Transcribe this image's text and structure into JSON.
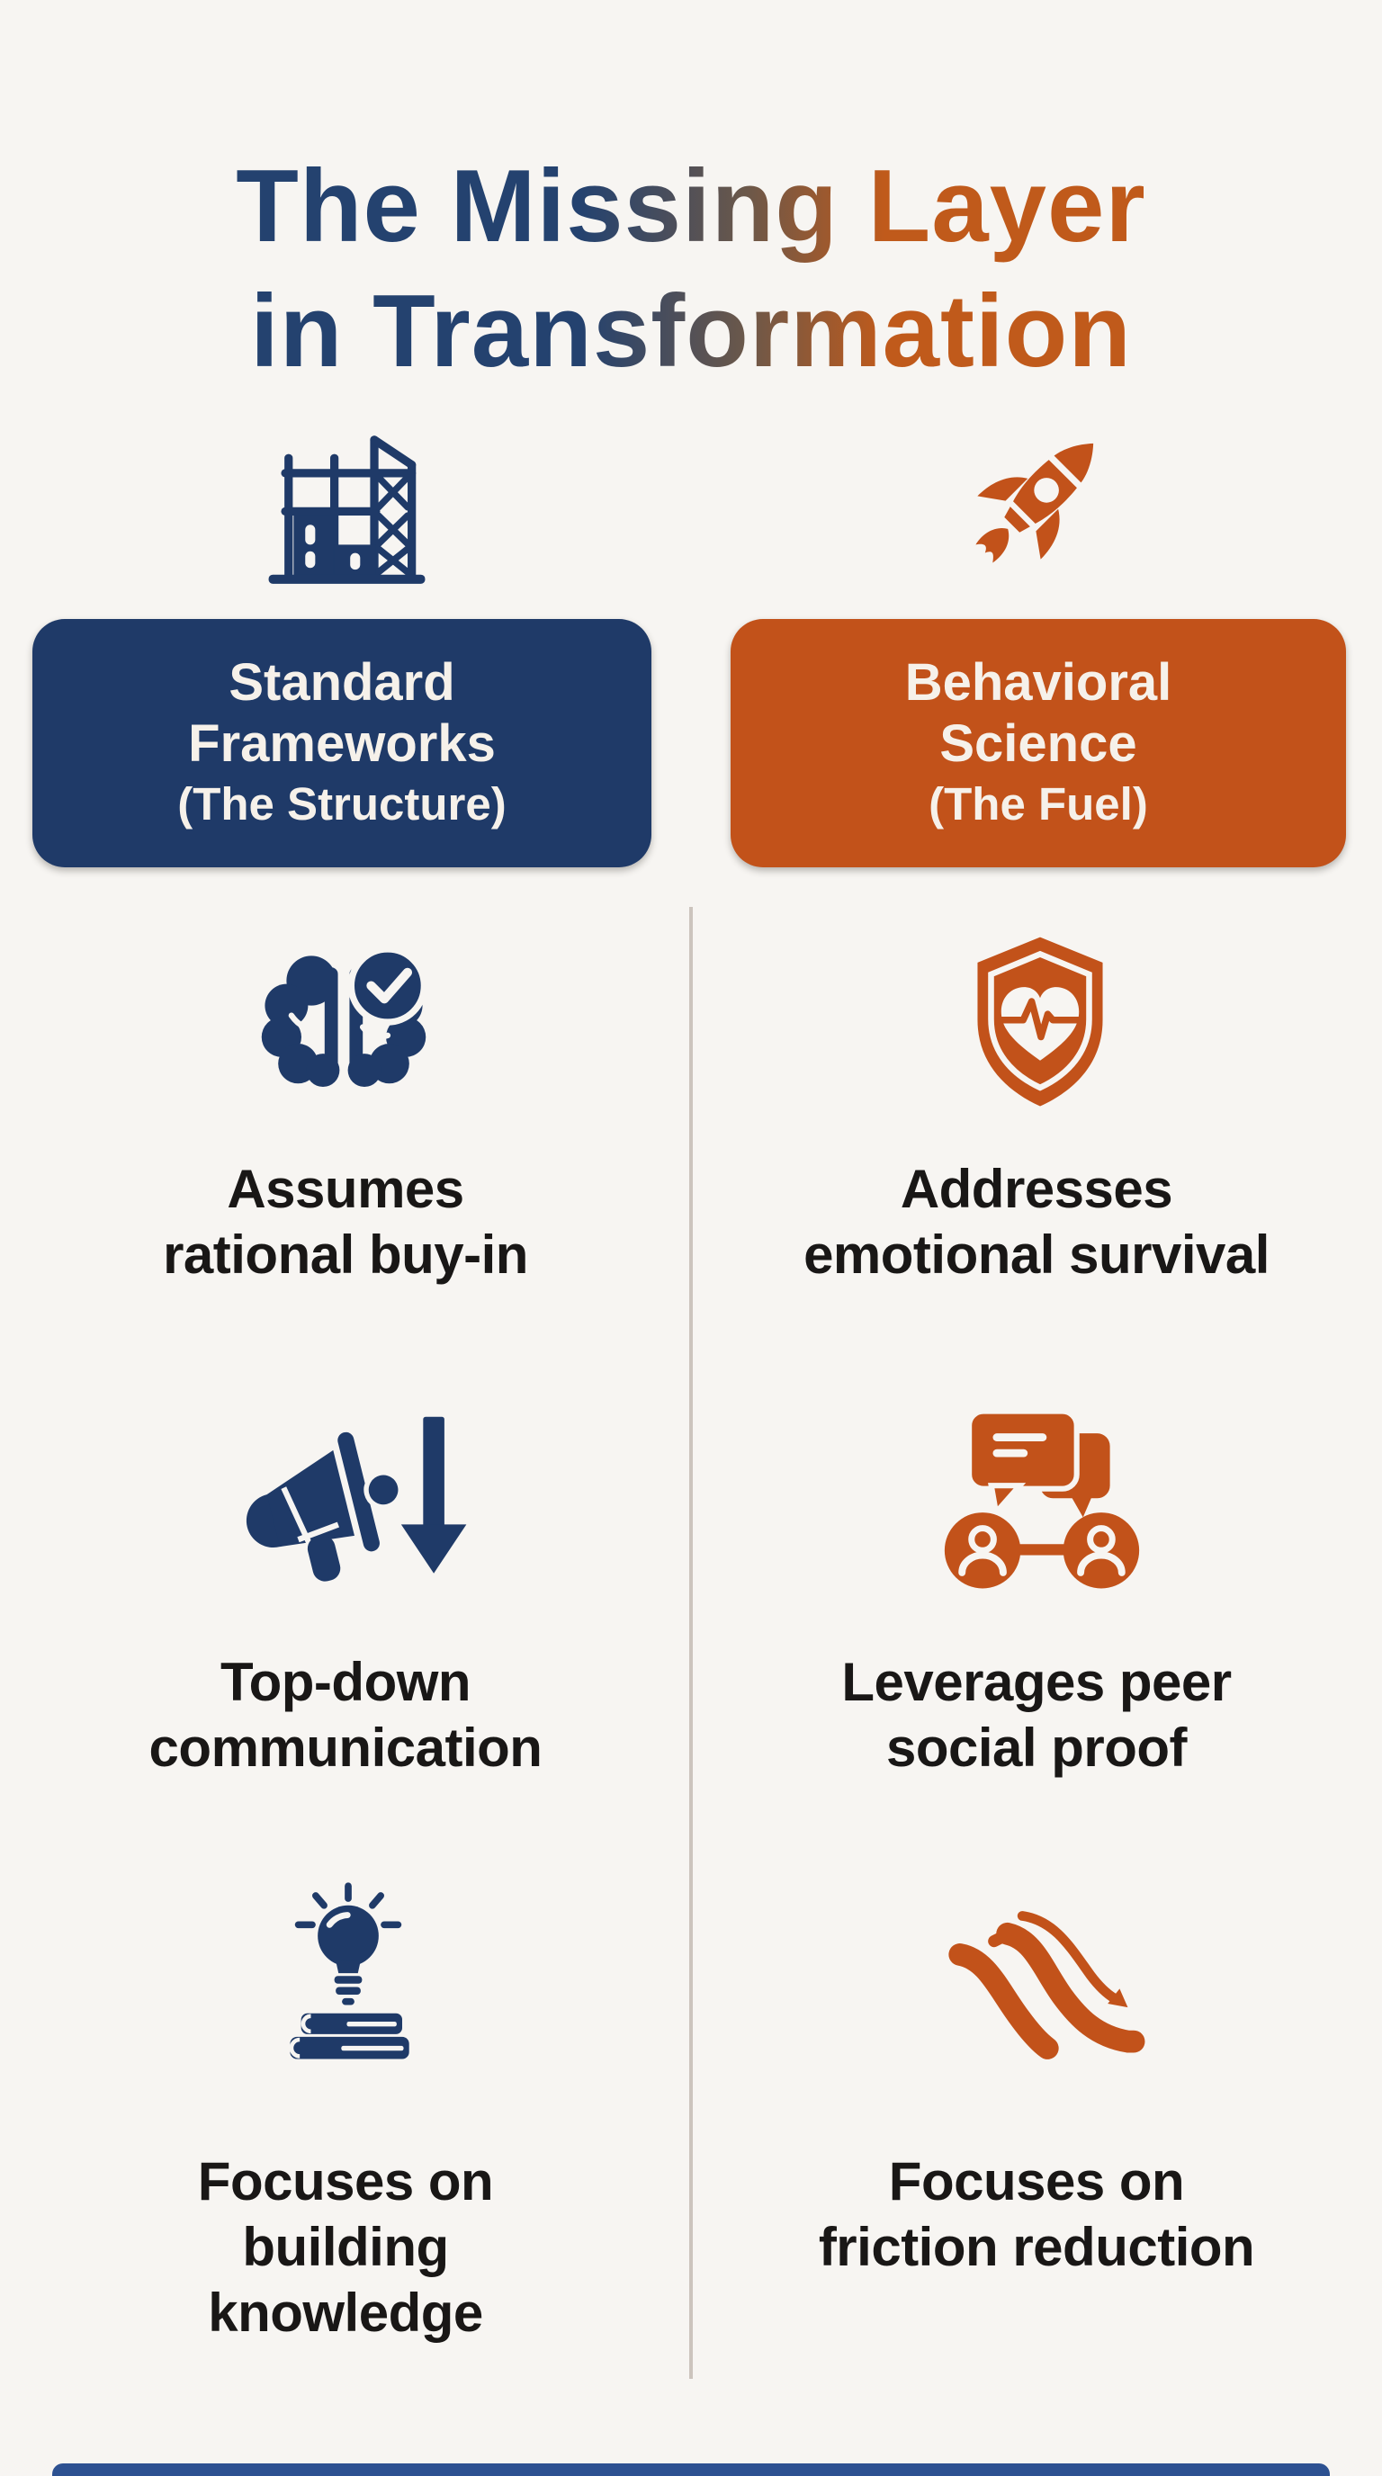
{
  "palette": {
    "navy": "#1f3a68",
    "orange": "#c2521a",
    "title_navy": "#24426f",
    "title_orange": "#c05a1b",
    "text_dark": "#191716",
    "background": "#f7f5f2",
    "divider": "#ccc4bd",
    "footer_bar": "#2d5191",
    "pill_text": "#f6f1ea"
  },
  "title": {
    "lines": [
      "The Missing Layer",
      "in Transformation"
    ]
  },
  "left_column": {
    "icon": "construction-scaffolding-icon",
    "header": {
      "lines": [
        "Standard",
        "Frameworks"
      ],
      "subtitle": "(The Structure)"
    },
    "rows": [
      {
        "icon": "brain-checkmark-icon",
        "lines": [
          "Assumes",
          "rational buy-in"
        ]
      },
      {
        "icon": "megaphone-down-arrow-icon",
        "lines": [
          "Top-down",
          "communication"
        ]
      },
      {
        "icon": "lightbulb-books-icon",
        "lines": [
          "Focuses on",
          "building",
          "knowledge"
        ]
      }
    ]
  },
  "right_column": {
    "icon": "rocket-icon",
    "header": {
      "lines": [
        "Behavioral",
        "Science"
      ],
      "subtitle": "(The Fuel)"
    },
    "rows": [
      {
        "icon": "shield-heartbeat-icon",
        "lines": [
          "Addresses",
          "emotional survival"
        ]
      },
      {
        "icon": "peer-social-proof-icon",
        "lines": [
          "Leverages peer",
          "social proof"
        ]
      },
      {
        "icon": "friction-slide-down-icon",
        "lines": [
          "Focuses on",
          "friction reduction"
        ]
      }
    ]
  }
}
